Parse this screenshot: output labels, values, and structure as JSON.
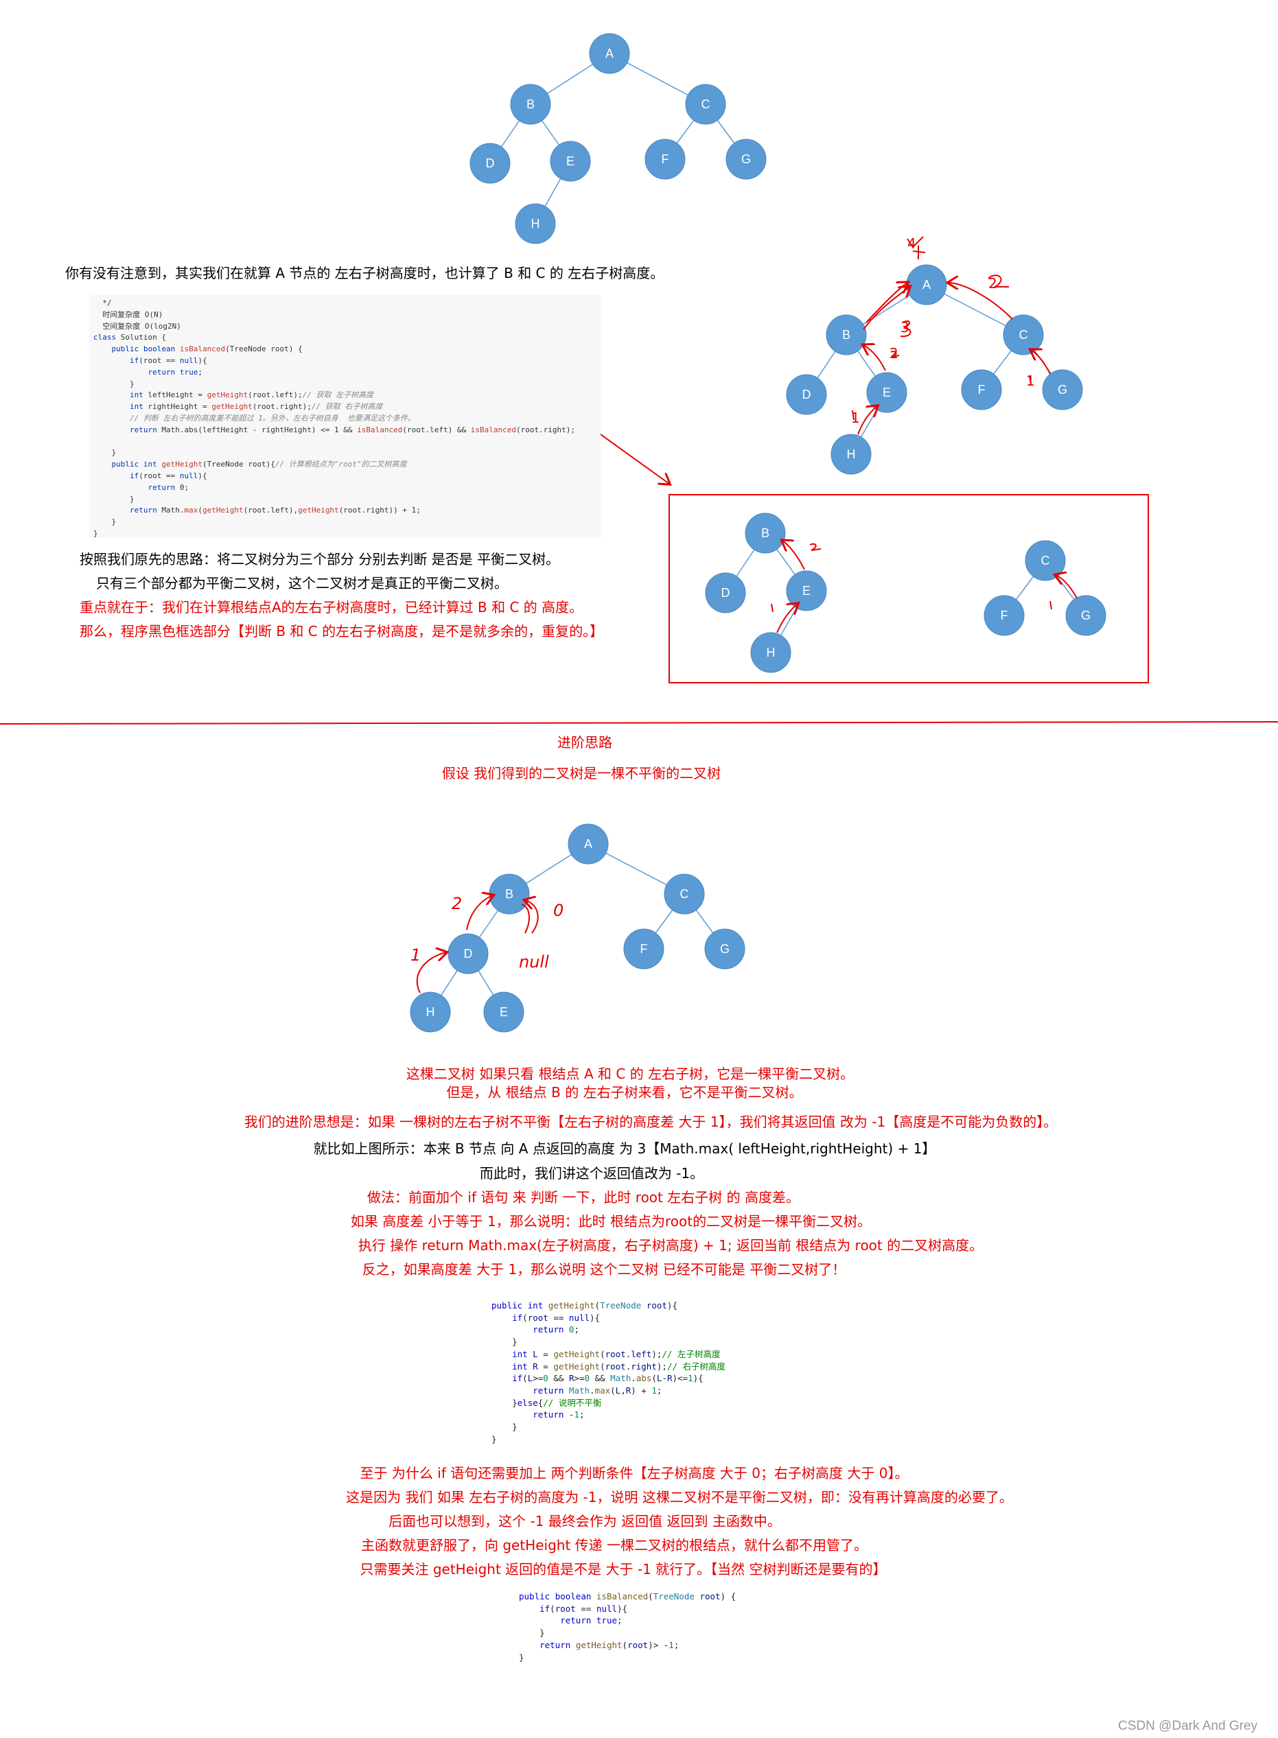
{
  "tree1": {
    "nodes": [
      "A",
      "B",
      "C",
      "D",
      "E",
      "F",
      "G",
      "H"
    ]
  },
  "text": {
    "note1": "你有没有注意到，其实我们在就算 A 节点的 左右子树高度时，也计算了 B 和 C 的 左右子树高度。",
    "idea1": "按照我们原先的思路：将二叉树分为三个部分 分别去判断 是否是 平衡二叉树。",
    "idea2": "只有三个部分都为平衡二叉树，这个二叉树才是真正的平衡二叉树。",
    "key1": "重点就在于：我们在计算根结点A的左右子树高度时，已经计算过 B 和 C 的 高度。",
    "key2": "那么，程序黑色框选部分【判断 B 和 C 的左右子树高度，是不是就多余的，重复的。】",
    "adv_title": "进阶思路",
    "adv_assume": "假设 我们得到的二叉树是一棵不平衡的二叉树",
    "p1": "这棵二叉树 如果只看 根结点 A  和 C 的 左右子树，它是一棵平衡二叉树。",
    "p2": "但是，从 根结点 B 的 左右子树来看，它不是平衡二叉树。",
    "p3": "我们的进阶思想是：如果 一棵树的左右子树不平衡【左右子树的高度差 大于 1】，我们将其返回值 改为 -1【高度是不可能为负数的】。",
    "p4": "就比如上图所示：本来 B 节点 向 A 点返回的高度 为 3【Math.max( leftHeight,rightHeight) + 1】",
    "p5": "而此时，我们讲这个返回值改为 -1。",
    "p6": "做法：前面加个 if 语句 来 判断 一下，此时 root  左右子树 的 高度差。",
    "p7": "如果 高度差 小于等于 1，那么说明：此时 根结点为root的二叉树是一棵平衡二叉树。",
    "p8": "执行 操作 return  Math.max(左子树高度，右子树高度) + 1; 返回当前 根结点为 root 的二叉树高度。",
    "p9": "反之，如果高度差 大于 1，那么说明 这个二叉树 已经不可能是 平衡二叉树了！",
    "q1": "至于 为什么  if 语句还需要加上 两个判断条件【左子树高度 大于 0；右子树高度 大于 0】。",
    "q2": "这是因为 我们 如果 左右子树的高度为 -1，说明 这棵二叉树不是平衡二叉树，即：没有再计算高度的必要了。",
    "q3": "后面也可以想到，这个 -1  最终会作为 返回值 返回到 主函数中。",
    "q4": "主函数就更舒服了，向 getHeight 传递 一棵二叉树的根结点，就什么都不用管了。",
    "q5": "只需要关注  getHeight 返回的值是不是 大于 -1 就行了。【当然 空树判断还是要有的】"
  },
  "annotations": {
    "top": [
      "4",
      "2",
      "3",
      "2",
      "1",
      "1",
      "1",
      "1"
    ],
    "mid": [
      "2",
      "0",
      "1",
      "null"
    ]
  },
  "footer": "CSDN @Dark And Grey",
  "colors": {
    "node": "#5b9bd5",
    "red": "#e60000"
  }
}
